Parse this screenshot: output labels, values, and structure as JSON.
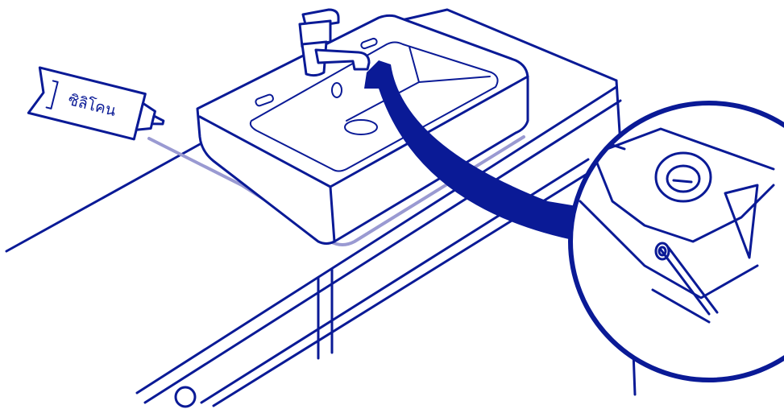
{
  "colors": {
    "line": "#0a1a96",
    "arrow": "#0a1a96",
    "silicone_bead": "#9a9ad2",
    "background": "#ffffff"
  },
  "silicone_tube": {
    "label": "ซิลิโคน"
  },
  "parts": {
    "countertop": "countertop-outline",
    "basin": "washbasin",
    "faucet": "faucet",
    "arrow": "curved-arrow",
    "detail": "magnified-detail-circle"
  }
}
